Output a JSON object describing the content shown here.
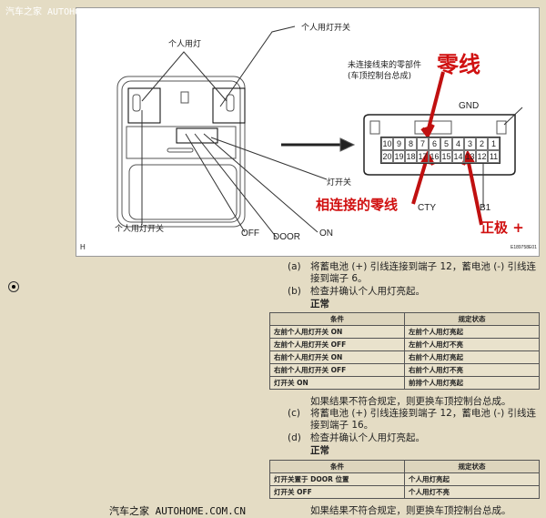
{
  "watermark_top": "汽车之家 AUTOHOME.COM.CN",
  "watermark_bottom": "汽车之家 AUTOHOME.COM.CN",
  "figure": {
    "labels": {
      "personal_light": "个人用灯",
      "personal_switch_top": "个人用灯开关",
      "personal_switch_bottom": "个人用灯开关",
      "light_switch": "灯开关",
      "off": "OFF",
      "door": "DOOR",
      "on": "ON",
      "unconnected_part": "未连接线束的零部件",
      "console_assembly": "(车顶控制台总成)",
      "gnd": "GND",
      "cty": "CTY",
      "b1": "B1",
      "page_letter": "H",
      "figure_code": "E189758E01"
    },
    "annotations": {
      "neutral": "零线",
      "connected_neutral": "相连接的零线",
      "positive": "正极 +"
    },
    "connector_top": [
      "10",
      "9",
      "8",
      "7",
      "6",
      "5",
      "4",
      "3",
      "2",
      "1"
    ],
    "connector_bottom": [
      "20",
      "19",
      "18",
      "17",
      "16",
      "15",
      "14",
      "13",
      "12",
      "11"
    ]
  },
  "steps": {
    "a_label": "(a)",
    "a_text": "将蓄电池 (+) 引线连接到端子 12，蓄电池 (-) 引线连接到端子 6。",
    "b_label": "(b)",
    "b_text": "检查并确认个人用灯亮起。",
    "normal1": "正常",
    "fail1": "如果结果不符合规定，则更换车顶控制台总成。",
    "c_label": "(c)",
    "c_text": "将蓄电池 (+) 引线连接到端子 12，蓄电池 (-) 引线连接到端子 16。",
    "d_label": "(d)",
    "d_text": "检查并确认个人用灯亮起。",
    "normal2": "正常",
    "fail2": "如果结果不符合规定，则更换车顶控制台总成。"
  },
  "table1": {
    "headers": [
      "条件",
      "规定状态"
    ],
    "rows": [
      [
        "左前个人用灯开关 ON",
        "左前个人用灯亮起"
      ],
      [
        "左前个人用灯开关 OFF",
        "左前个人用灯不亮"
      ],
      [
        "右前个人用灯开关 ON",
        "右前个人用灯亮起"
      ],
      [
        "右前个人用灯开关 OFF",
        "右前个人用灯不亮"
      ],
      [
        "灯开关 ON",
        "前排个人用灯亮起"
      ]
    ]
  },
  "table2": {
    "headers": [
      "条件",
      "规定状态"
    ],
    "rows": [
      [
        "灯开关置于 DOOR 位置",
        "个人用灯亮起"
      ],
      [
        "灯开关 OFF",
        "个人用灯不亮"
      ]
    ]
  }
}
